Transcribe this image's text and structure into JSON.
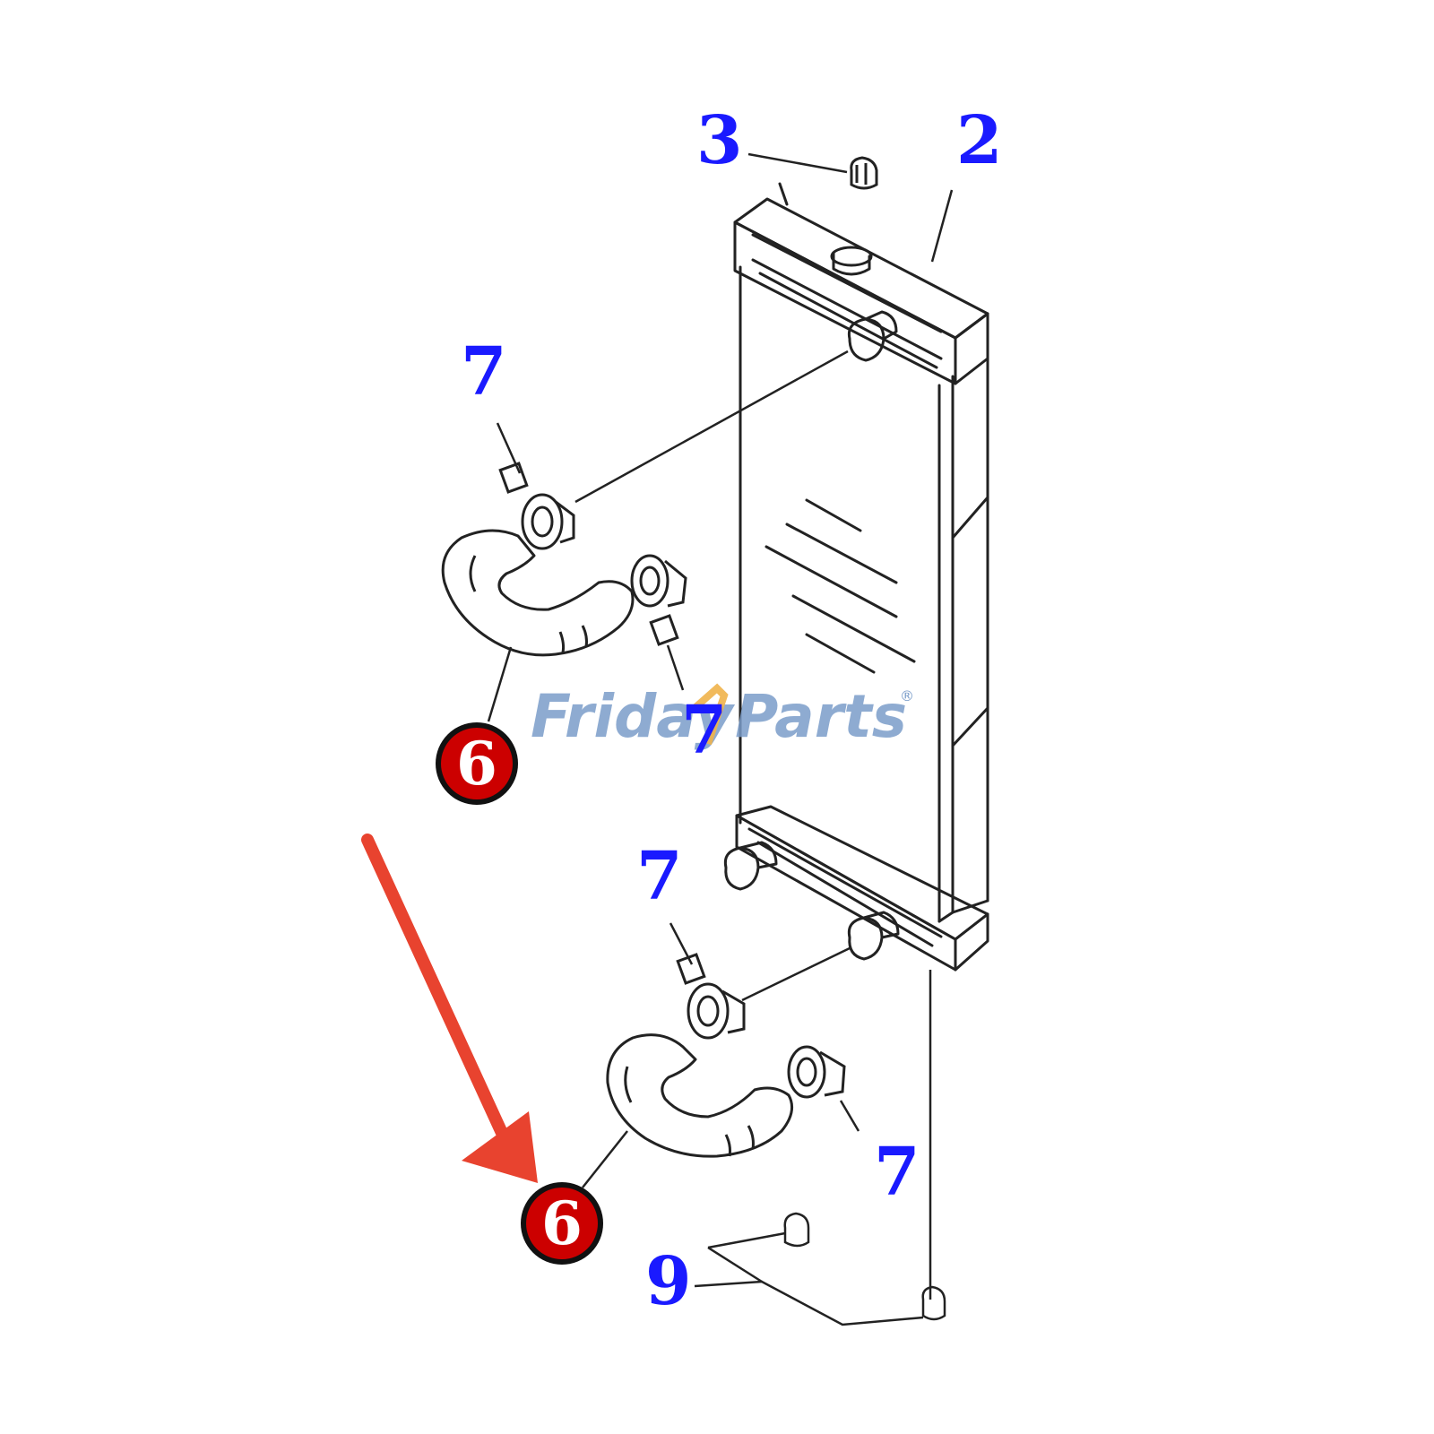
{
  "diagram": {
    "colors": {
      "callout_text": "#1a1aff",
      "badge_fill": "#cc0000",
      "badge_ring": "#111111",
      "arrow": "#e8432f",
      "line_art": "#222222",
      "watermark_primary": "#7a9cc9",
      "watermark_accent": "#f0b24a"
    },
    "callouts": {
      "radiator": "2",
      "cap": "3",
      "clamp_upper_left": "7",
      "clamp_upper_right": "7",
      "clamp_lower_left": "7",
      "clamp_lower_right": "7",
      "bolt": "9"
    },
    "highlighted": {
      "hose_upper": "6",
      "hose_lower": "6"
    },
    "watermark": {
      "part1": "Friday",
      "part2": "Parts",
      "mark": "®"
    }
  }
}
